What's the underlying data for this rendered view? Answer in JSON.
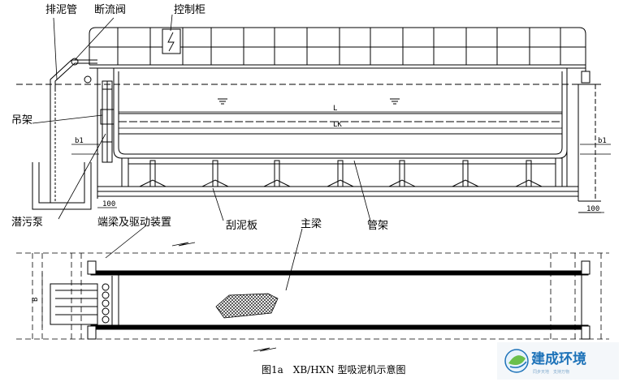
{
  "labels": {
    "sludge_pipe": "排泥管",
    "shutoff_valve": "断流阀",
    "control_cabinet": "控制柜",
    "hanger": "吊架",
    "submersible_pump": "潜污泵",
    "end_beam_drive": "端梁及驱动装置",
    "scraper": "刮泥板",
    "main_beam": "主梁",
    "pipe_frame": "管架"
  },
  "dimensions": {
    "L": "L",
    "Lk": "LK",
    "b1_left": "b1",
    "b1_right": "b1",
    "d100_left": "100",
    "d100_right": "100",
    "B": "B"
  },
  "caption": "图1a　XB/HXN 型吸泥机示意图",
  "logo": {
    "name": "建成环境",
    "slogan": "同步天地　支持万物"
  },
  "colors": {
    "line": "#000000",
    "logo_blue": "#1e73b9",
    "logo_green": "#6abf4b"
  }
}
